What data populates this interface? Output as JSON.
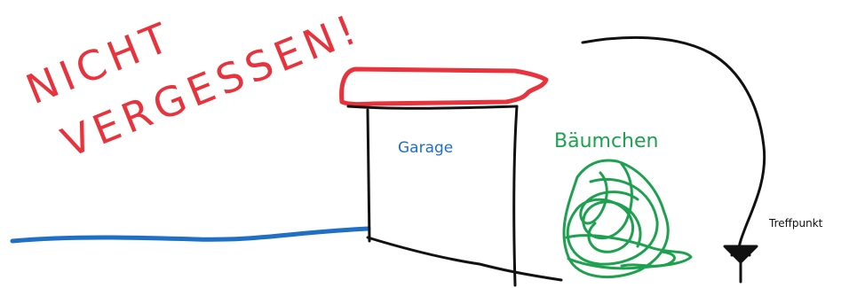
{
  "labels": {
    "reminder_line1": "NICHT",
    "reminder_line2": "VERGESSEN!",
    "garage": "Garage",
    "tree": "Bäumchen",
    "meeting_point": "Treffpunkt"
  },
  "colors": {
    "reminder": "#e8323c",
    "roof": "#e8323c",
    "water": "#1f6fc4",
    "garage_label": "#1f6fc4",
    "tree": "#1ea14f",
    "ink": "#111111"
  },
  "icons": {
    "meeting_point_marker": "pin-icon"
  }
}
